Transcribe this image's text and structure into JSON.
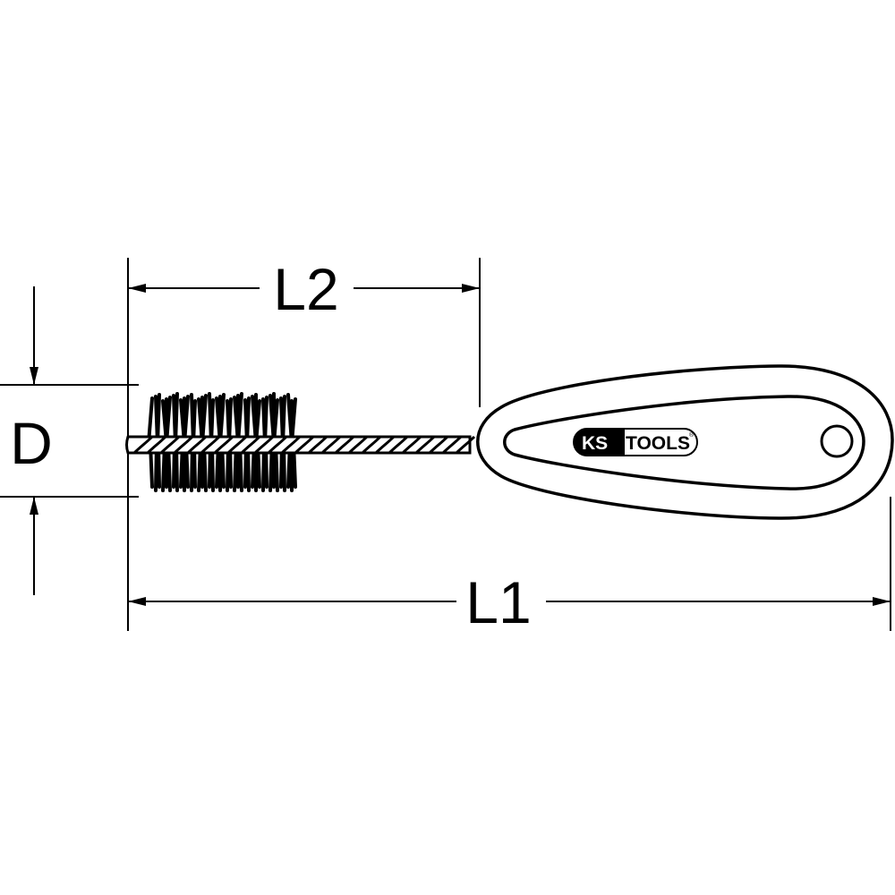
{
  "dimensions": {
    "diameter_label": "D",
    "brush_length_label": "L2",
    "total_length_label": "L1"
  },
  "logo": {
    "brand_prefix": "KS",
    "brand_suffix": "TOOLS",
    "registered_mark": "®"
  },
  "colors": {
    "line": "#000000",
    "background": "#ffffff"
  }
}
